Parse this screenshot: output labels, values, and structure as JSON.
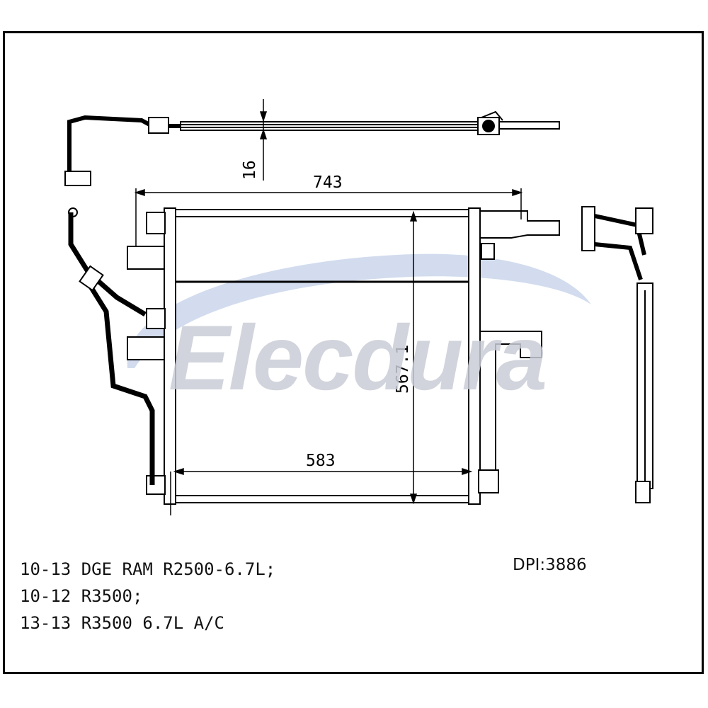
{
  "dimensions": {
    "width_overall": "743",
    "height_core": "567.1",
    "width_core": "583",
    "thickness": "16"
  },
  "applications": [
    "10-13 DGE RAM R2500-6.7L;",
    "10-12 R3500;",
    "13-13 R3500 6.7L A/C"
  ],
  "part_number": "DPI:3886",
  "watermark": "Elecdura",
  "colors": {
    "line": "#000000",
    "watermark_text": "#c9cdd6",
    "watermark_swoosh": "#c7d3ea"
  }
}
